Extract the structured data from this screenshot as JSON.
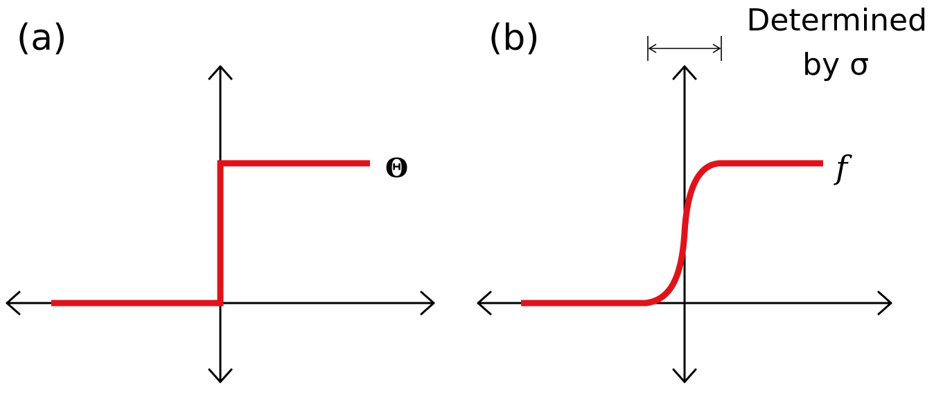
{
  "panels": {
    "a": {
      "label": "(a)",
      "curve_label": "Θ"
    },
    "b": {
      "label": "(b)",
      "curve_label": "f",
      "annotation": {
        "line1": "Determined",
        "line2": "by σ"
      }
    }
  },
  "colors": {
    "curve": "#e0131b",
    "axis": "#000000"
  }
}
